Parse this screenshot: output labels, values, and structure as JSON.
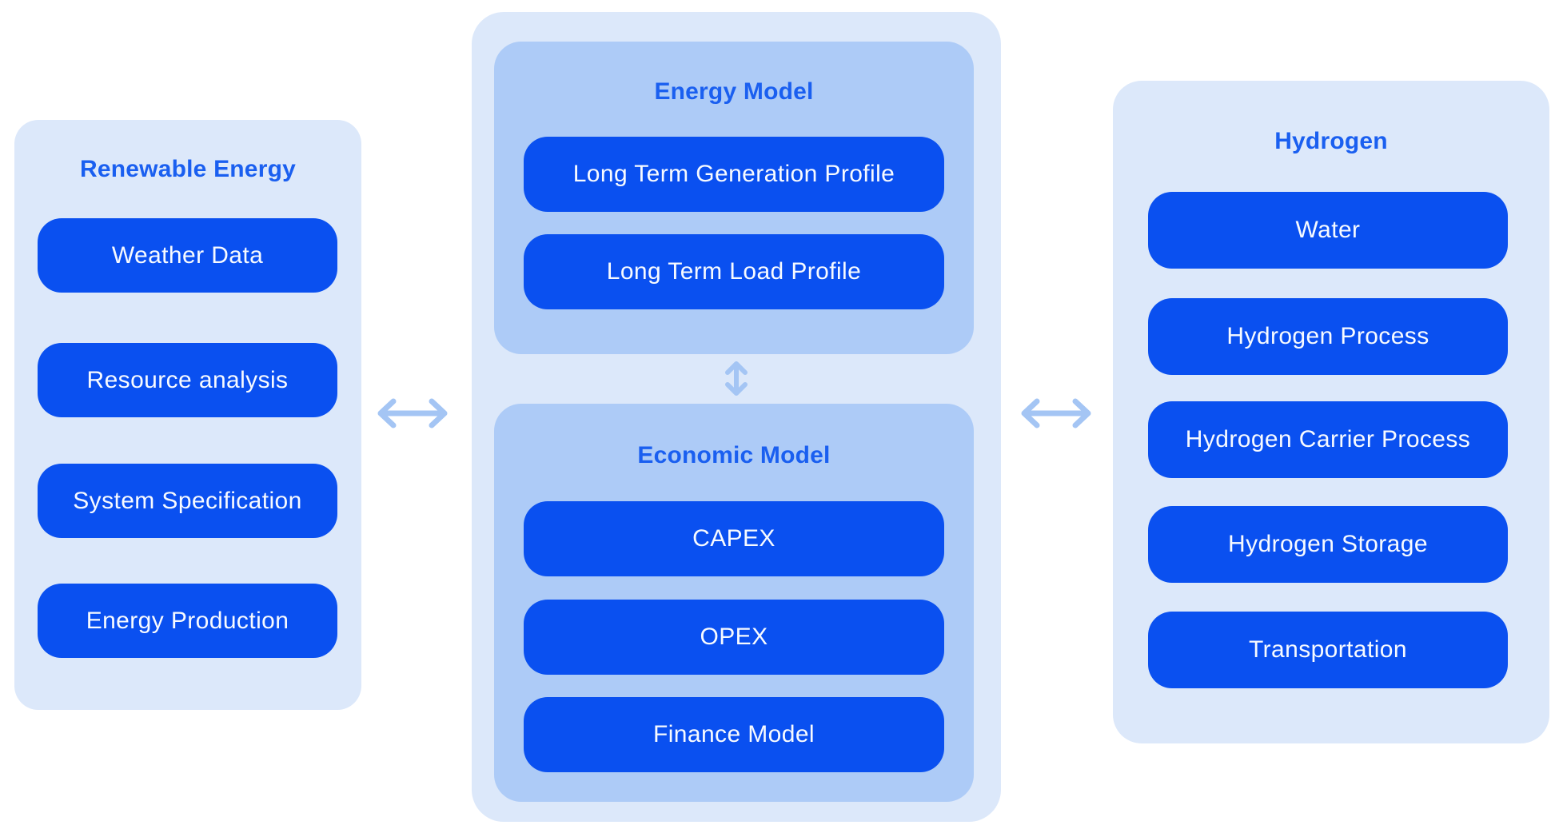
{
  "colors": {
    "background": "#ffffff",
    "panel_light_blue": "#dce8fa",
    "panel_medium_blue": "#adcbf7",
    "node_blue": "#0a50f0",
    "title_blue": "#1a5ff0",
    "node_text": "#f7faff",
    "arrow_blue": "#a4c5f4"
  },
  "panels": {
    "renewable": {
      "title": "Renewable Energy",
      "items": [
        "Weather Data",
        "Resource analysis",
        "System Specification",
        "Energy Production"
      ]
    },
    "center": {
      "energy": {
        "title": "Energy Model",
        "items": [
          "Long Term Generation Profile",
          "Long Term Load Profile"
        ]
      },
      "economic": {
        "title": "Economic Model",
        "items": [
          "CAPEX",
          "OPEX",
          "Finance Model"
        ]
      }
    },
    "hydrogen": {
      "title": "Hydrogen",
      "items": [
        "Water",
        "Hydrogen Process",
        "Hydrogen Carrier Process",
        "Hydrogen Storage",
        "Transportation"
      ]
    }
  },
  "connectors": {
    "renewable_center": "horizontal-double-arrow",
    "energy_economic": "vertical-double-arrow",
    "center_hydrogen": "horizontal-double-arrow"
  }
}
